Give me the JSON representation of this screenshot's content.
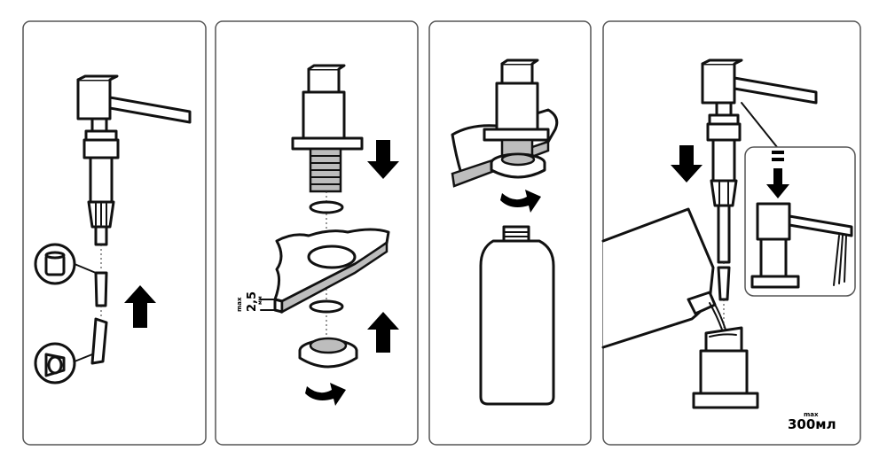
{
  "steps": [
    {
      "id": "step-1"
    },
    {
      "id": "step-2"
    },
    {
      "id": "step-3"
    },
    {
      "id": "step-4"
    }
  ],
  "thickness_label": {
    "max": "max",
    "value": "2,5",
    "unit": "мм"
  },
  "volume_label": {
    "max": "max",
    "value": "300мл"
  }
}
